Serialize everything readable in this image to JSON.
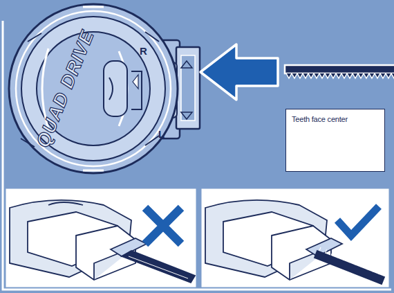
{
  "diagram": {
    "nodes": [
      {
        "text": [
          "Teeth face center"
        ]
      }
    ],
    "labels": [
      "R",
      "L",
      "QUAD DRIVE"
    ]
  }
}
